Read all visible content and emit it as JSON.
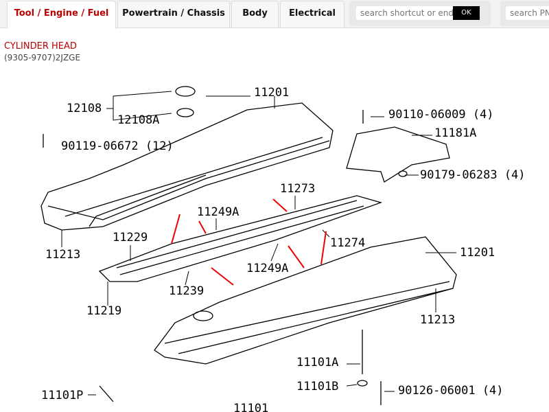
{
  "tabs": [
    "Tool / Engine / Fuel",
    "Powertrain / Chassis",
    "Body",
    "Electrical"
  ],
  "search1": {
    "placeholder": "search shortcut or endno",
    "button": "OK"
  },
  "search2": {
    "placeholder": "search PN"
  },
  "title": "CYLINDER HEAD",
  "subtitle": "(9305-9707)2JZGE",
  "labels": [
    "12108",
    "12108A",
    "11201",
    "90110-06009 (4)",
    "11181A",
    "90119-06672 (12)",
    "90179-06283 (4)",
    "11273",
    "11249A",
    "11229",
    "11274",
    "11201",
    "11213",
    "11249A",
    "11239",
    "11219",
    "11213",
    "11101A",
    "11101B",
    "90126-06001 (4)",
    "11101P",
    "11101"
  ]
}
